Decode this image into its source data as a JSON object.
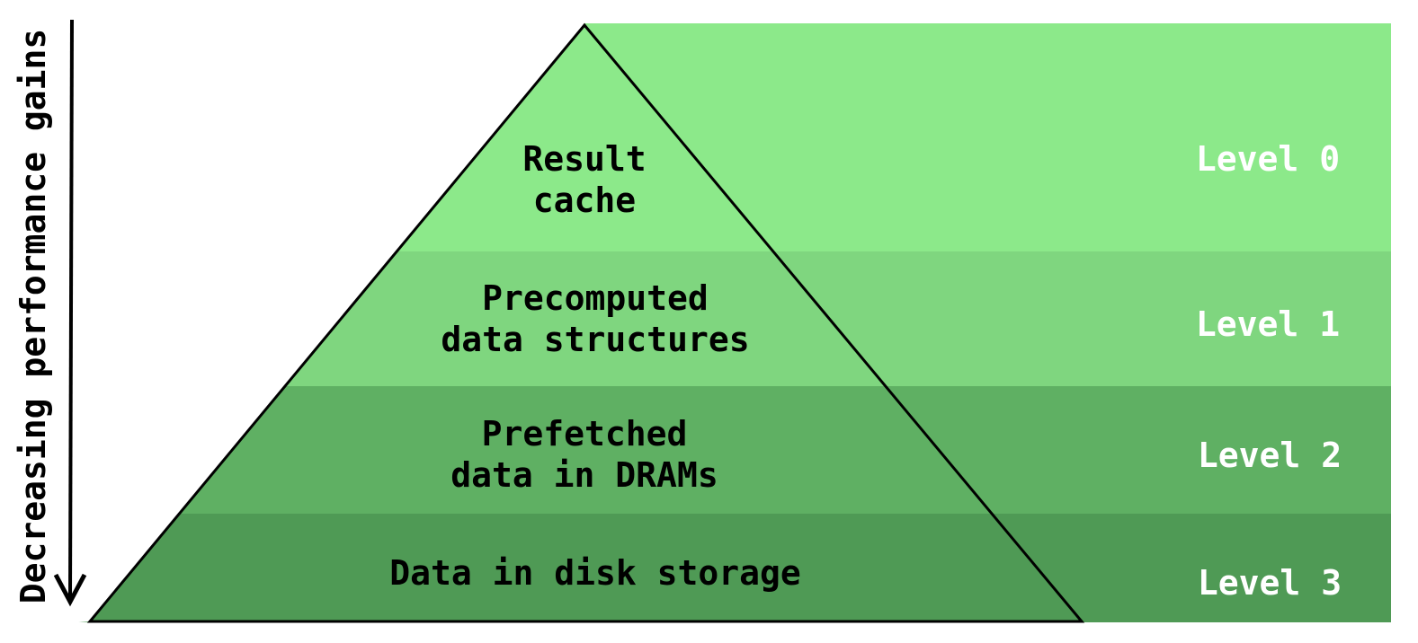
{
  "axis": {
    "label": "Decreasing performance gains",
    "arrow_icon": "arrow-down-icon"
  },
  "tiers": [
    {
      "level": "Level 0",
      "lines": [
        "Result",
        "cache"
      ],
      "color": "#8ce98a"
    },
    {
      "level": "Level 1",
      "lines": [
        "Precomputed",
        "data structures"
      ],
      "color": "#7fd67f"
    },
    {
      "level": "Level 2",
      "lines": [
        "Prefetched",
        "data in DRAMs"
      ],
      "color": "#5fb063"
    },
    {
      "level": "Level 3",
      "lines": [
        "Data in disk storage"
      ],
      "color": "#4f9a55"
    }
  ],
  "outline_color": "#000000"
}
